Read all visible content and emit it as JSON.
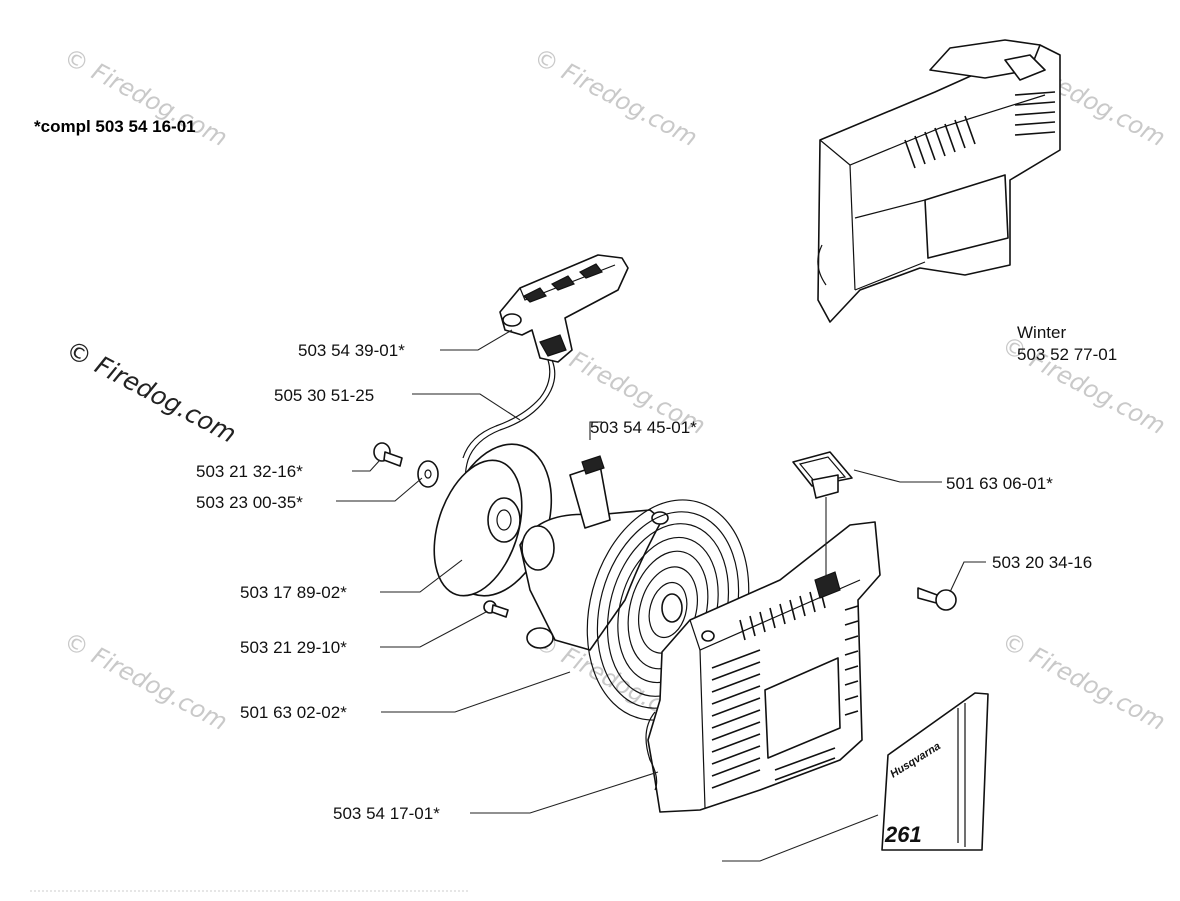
{
  "title": "*compl 503 54 16-01",
  "watermark": "© Firedog.com",
  "inset": {
    "line1": "Winter",
    "line2": "503 52 77-01"
  },
  "decal": {
    "brand": "Husqvarna",
    "model": "261"
  },
  "labels": [
    "503 54 39-01*",
    "505 30 51-25",
    "503 54 45-01*",
    "503 21 32-16*",
    "503 23 00-35*",
    "501 63 06-01*",
    "503 20 34-16",
    "503 17 89-02*",
    "503 21 29-10*",
    "501 63 02-02*",
    "503 54 17-01*"
  ]
}
